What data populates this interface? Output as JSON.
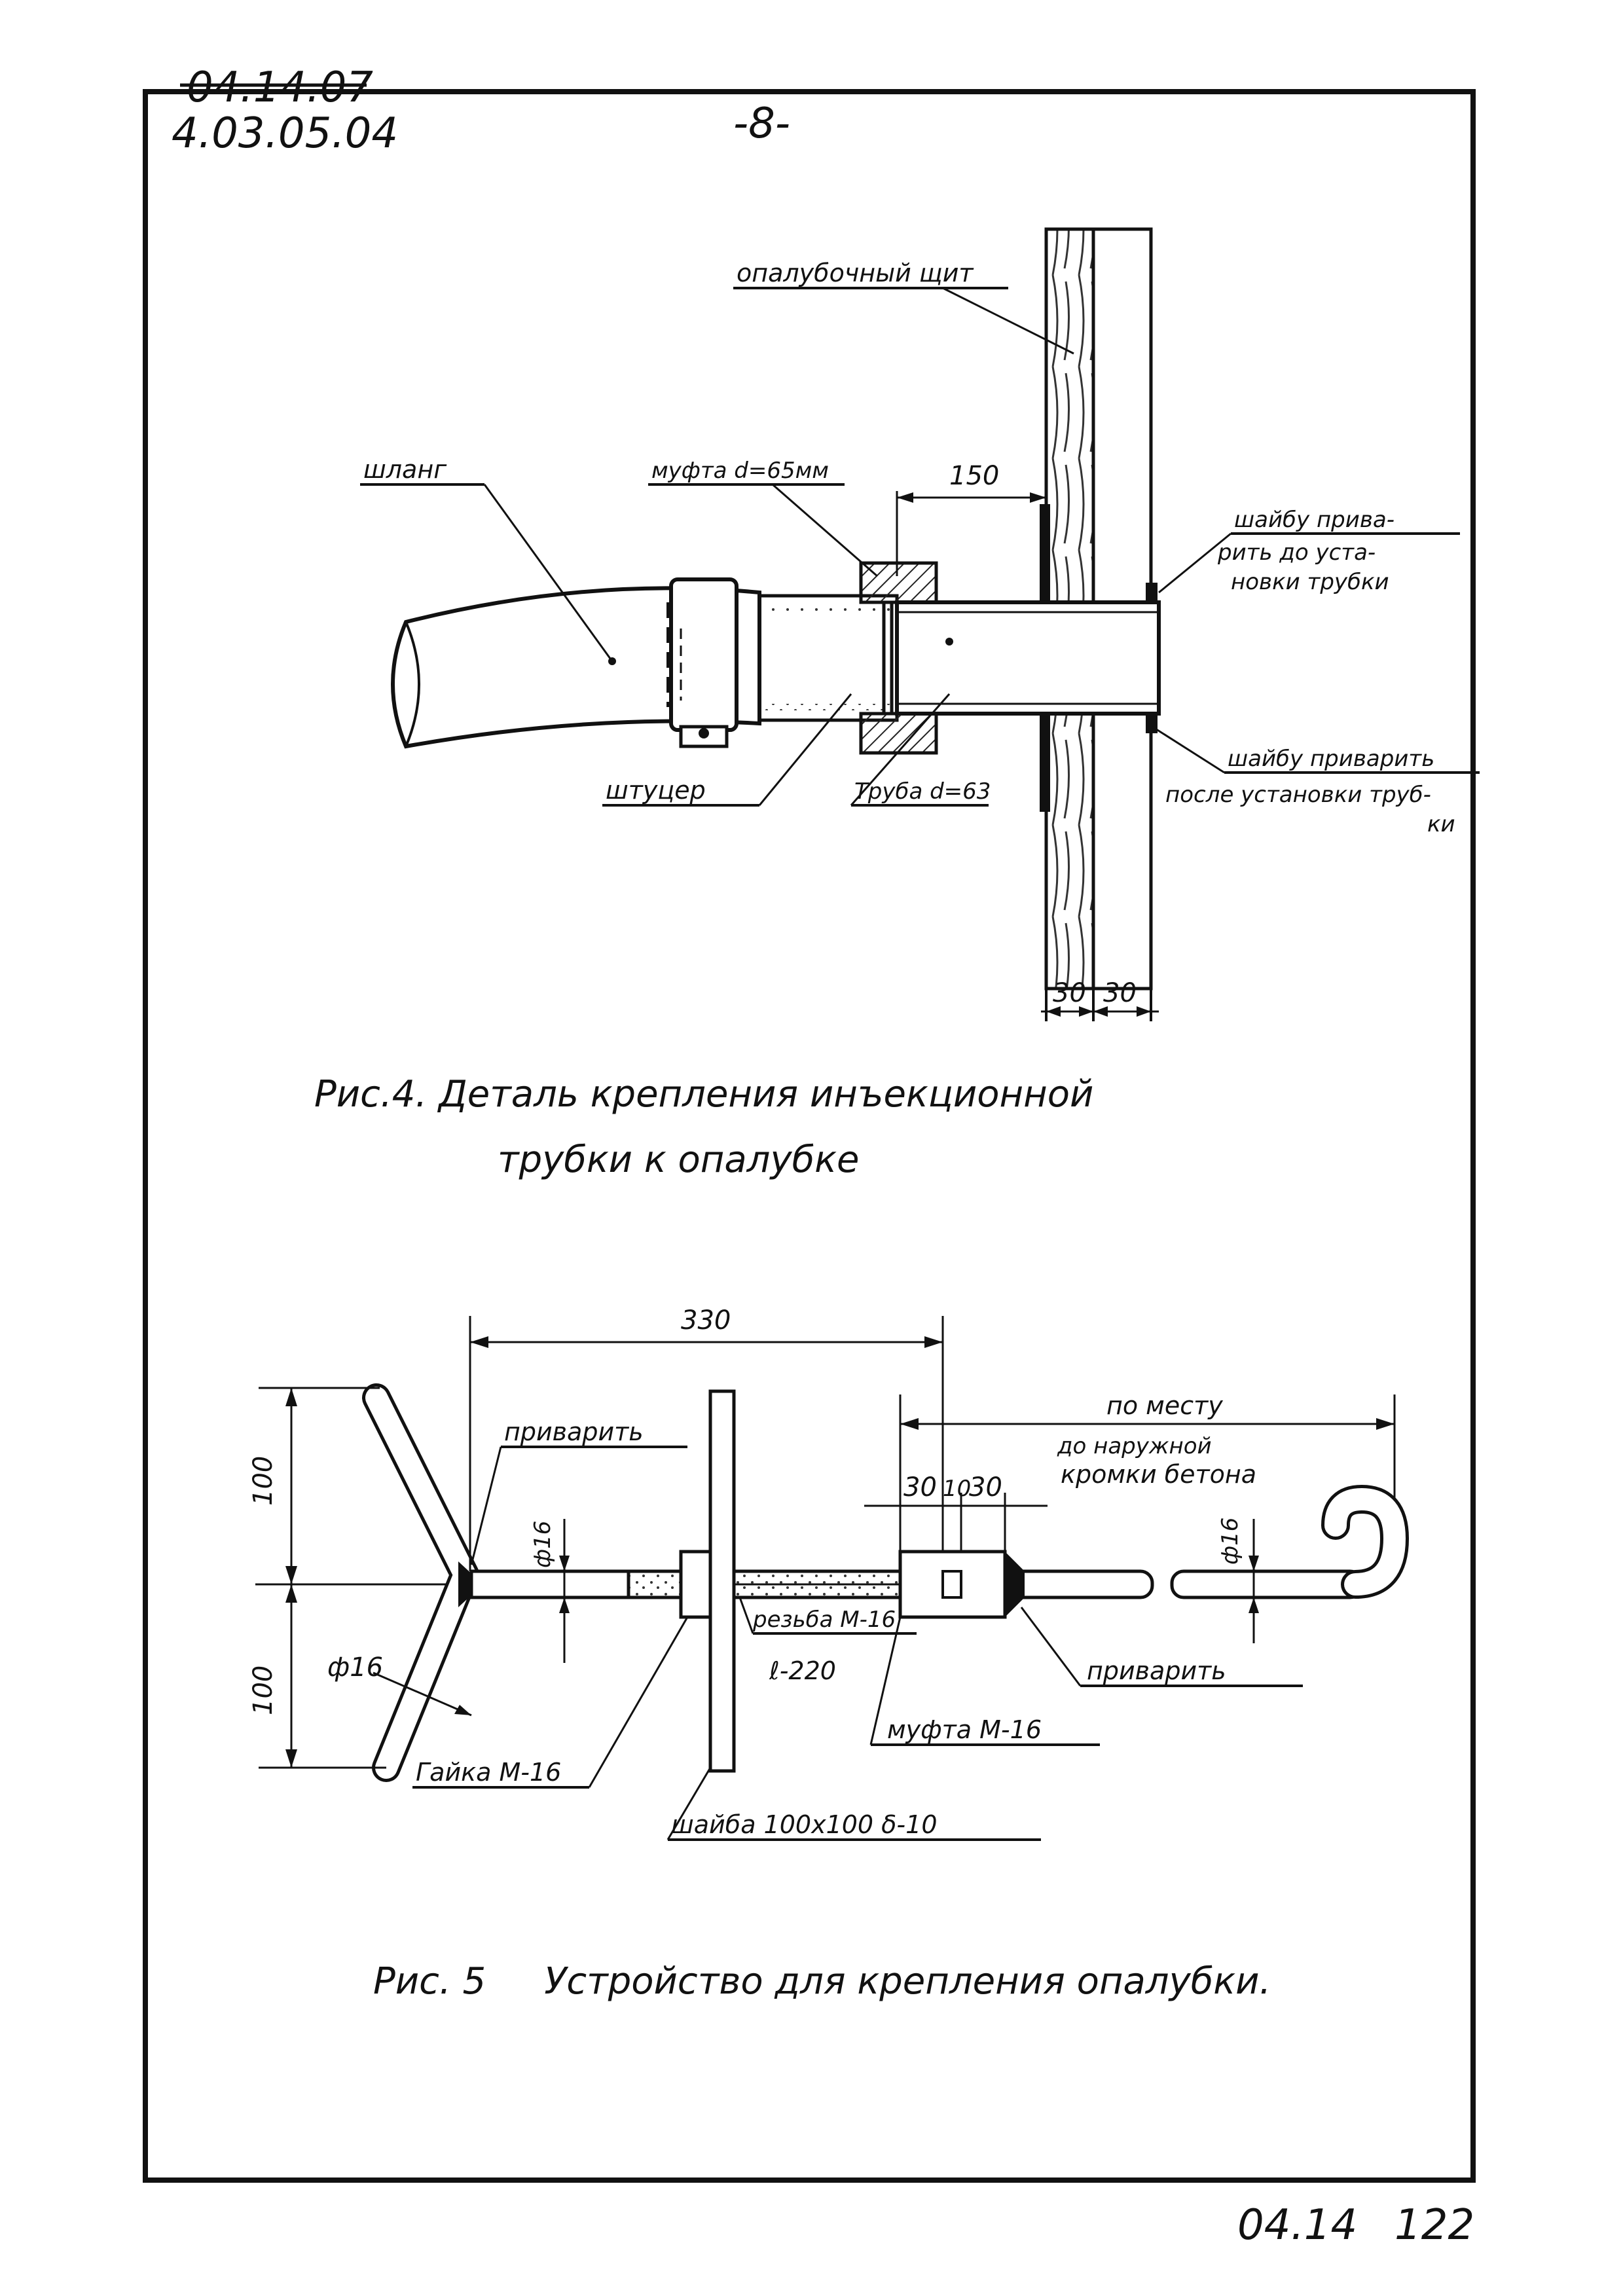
{
  "header": {
    "code_crossed": "04.14.07",
    "code": "4.03.05.04",
    "page": "-8-"
  },
  "fig4": {
    "labels": {
      "formwork": "опалубочный щит",
      "hose": "шланг",
      "coupling": "муфта d=65мм",
      "washer_before": [
        "шайбу прива-",
        "рить до уста-",
        "новки трубки"
      ],
      "fitting": "штуцер",
      "pipe": "Труба d=63",
      "washer_after": [
        "шайбу приварить",
        "после установки труб-",
        "ки"
      ]
    },
    "dims": {
      "len": "150",
      "t1": "30",
      "t2": "30"
    },
    "caption_line1": "Рис.4.  Деталь крепления инъекционной",
    "caption_line2": "трубки  к  опалубке"
  },
  "fig5": {
    "labels": {
      "weld_left": "приварить",
      "d16_rod": "ф16",
      "d16_handle": "ф16",
      "d16_right": "ф16",
      "thread_1": "резьба М-16",
      "thread_2": "ℓ-220",
      "nut": "Гайка М-16",
      "washer": "шайба 100х100 δ-10",
      "sleeve": "муфта М-16",
      "weld_right": "приварить",
      "site_1": "по месту",
      "site_2": "до наружной",
      "site_3": "кромки бетона"
    },
    "dims": {
      "overall": "330",
      "upper": "100",
      "lower": "100",
      "s1": "30",
      "s2": "10",
      "s3": "30"
    },
    "caption": "Рис. 5     Устройство для крепления опалубки."
  },
  "footer": {
    "code": "04.14",
    "sheet": "122"
  }
}
